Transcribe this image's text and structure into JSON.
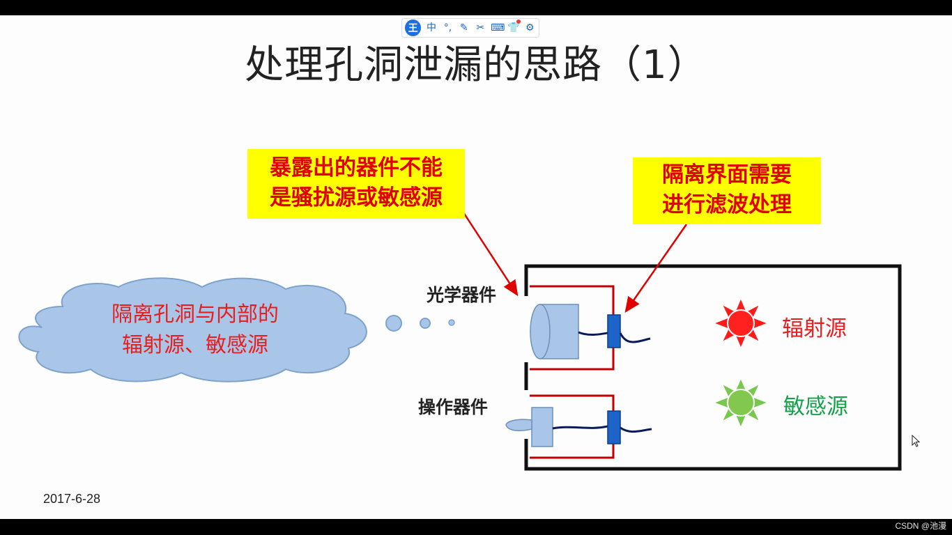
{
  "toolbar": {
    "logo": "王",
    "buttons": [
      {
        "name": "chinese-mode",
        "glyph": "中"
      },
      {
        "name": "punctuation",
        "glyph": "°,"
      },
      {
        "name": "handwriting",
        "glyph": "✎"
      },
      {
        "name": "screenshot",
        "glyph": "✂"
      },
      {
        "name": "keyboard",
        "glyph": "⌨"
      },
      {
        "name": "skin",
        "glyph": "👕"
      },
      {
        "name": "settings",
        "glyph": "⚙"
      }
    ]
  },
  "slide": {
    "title": "处理孔洞泄漏的思路（1）",
    "callout_exposed": {
      "line1": "暴露出的器件不能",
      "line2": "是骚扰源或敏感源"
    },
    "callout_isolate": {
      "line1": "隔离界面需要",
      "line2": "进行滤波处理"
    },
    "cloud": {
      "line1": "隔离孔洞与内部的",
      "line2": "辐射源、敏感源"
    },
    "label_optical": "光学器件",
    "label_operation": "操作器件",
    "label_radiation": "辐射源",
    "label_sensitive": "敏感源",
    "date": "2017-6-28"
  },
  "colors": {
    "callout_bg": "#ffff00",
    "callout_text": "#e00000",
    "radiation": "#ff1a1a",
    "sensitive": "#78c850",
    "filter_block": "#1e64c8",
    "enclosure": "#111111",
    "shield_wire": "#c00000",
    "cloud_fill": "#a9c6e8"
  },
  "watermark": "CSDN @池漫"
}
